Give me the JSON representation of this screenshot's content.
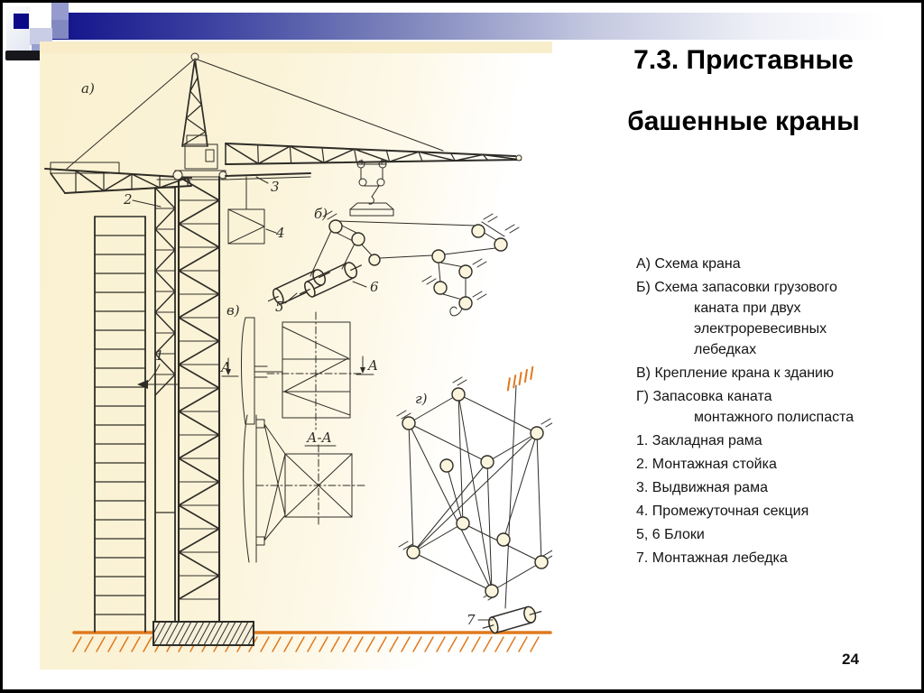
{
  "slide": {
    "title_line1": "7.3. Приставные",
    "title_line2": "башенные краны",
    "page_number": "24"
  },
  "legend": {
    "lines": [
      {
        "text": "А) Схема крана",
        "indent": false
      },
      {
        "text": "Б) Схема запасовки грузового",
        "indent": false
      },
      {
        "text": "каната при двух",
        "indent": true
      },
      {
        "text": "электроревесивных",
        "indent": true
      },
      {
        "text": "лебедках",
        "indent": true
      },
      {
        "text": "В) Крепление крана к зданию",
        "indent": false
      },
      {
        "text": "Г) Запасовка каната",
        "indent": false
      },
      {
        "text": "монтажного полиспаста",
        "indent": true
      },
      {
        "text": "1. Закладная рама",
        "indent": false
      },
      {
        "text": "2. Монтажная стойка",
        "indent": false
      },
      {
        "text": "3. Выдвижная рама",
        "indent": false
      },
      {
        "text": "4. Промежуточная секция",
        "indent": false
      },
      {
        "text": "5, 6 Блоки",
        "indent": false
      },
      {
        "text": "7. Монтажная лебедка",
        "indent": false
      }
    ]
  },
  "figure": {
    "labels": {
      "a": "а)",
      "b": "б)",
      "v": "в)",
      "g": "г)",
      "section": "А-А",
      "section_arrow": "A",
      "p1": "1",
      "p2": "2",
      "p3": "3",
      "p4": "4",
      "p5": "5",
      "p6": "6",
      "p7": "7"
    },
    "colors": {
      "ink": "#2e2c26",
      "paper": "#fbf3d8",
      "ground": "#e0791d",
      "accent_navy": "#0a0a88",
      "lavender": "#959bce"
    }
  }
}
